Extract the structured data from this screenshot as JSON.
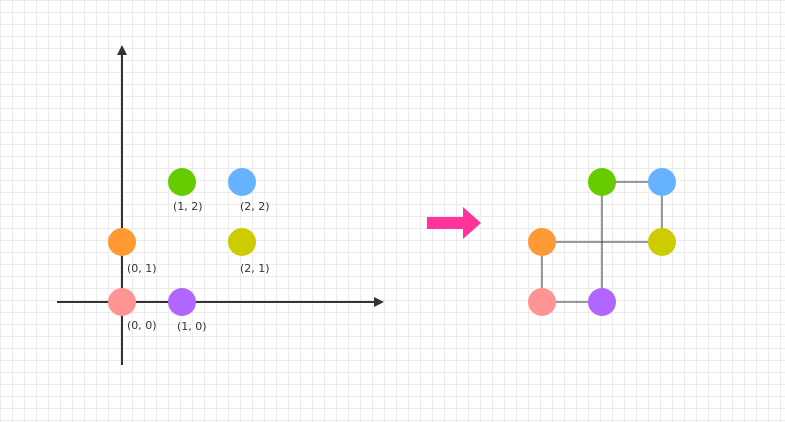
{
  "colors": {
    "origin": "#ff9494",
    "x_unit": "#b266ff",
    "y_unit": "#ff9933",
    "p12": "#66cc00",
    "p22": "#66b2ff",
    "p21": "#cccc00",
    "arrow": "#ff3399",
    "axis": "#333333",
    "edge": "#333333"
  },
  "left_diagram": {
    "points": [
      {
        "key": "origin",
        "label": "(0, 0)"
      },
      {
        "key": "x_unit",
        "label": "(1, 0)"
      },
      {
        "key": "y_unit",
        "label": "(0, 1)"
      },
      {
        "key": "p12",
        "label": "(1, 2)"
      },
      {
        "key": "p22",
        "label": "(2, 2)"
      },
      {
        "key": "p21",
        "label": "(2, 1)"
      }
    ]
  }
}
